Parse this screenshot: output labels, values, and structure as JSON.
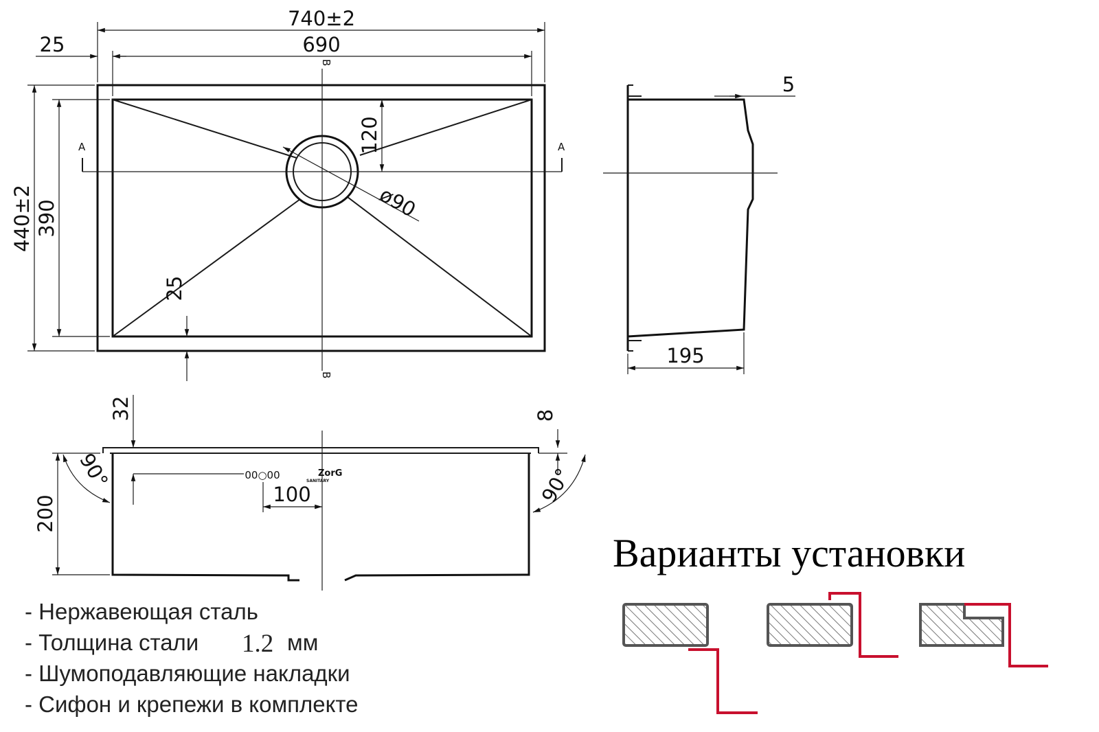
{
  "plan_view": {
    "dim_overall_width": "740±2",
    "dim_inner_width": "690",
    "dim_flange": "25",
    "dim_overall_depth": "440±2",
    "dim_inner_depth": "390",
    "dim_drain_offset": "120",
    "dim_drain_diameter": "ø90",
    "dim_bottom_margin": "25",
    "section_a": "A",
    "section_b": "B"
  },
  "side_view": {
    "dim_rim": "5",
    "dim_depth": "195"
  },
  "front_view": {
    "dim_edge": "32",
    "dim_lip": "8",
    "dim_height": "200",
    "dim_drain_shift": "100",
    "angle_left": "90°",
    "angle_right": "90°",
    "overflow_mark": "00○00",
    "logo_main": "ZorG",
    "logo_sub": "SANITARY"
  },
  "install": {
    "heading": "Варианты установки",
    "options": [
      "undermount",
      "overmount",
      "flush-mount"
    ]
  },
  "features": [
    "- Нержавеющая сталь",
    "- Толщина стали",
    "1.2",
    "мм",
    "- Шумоподавляющие накладки",
    "- Сифон и крепежи в комплекте"
  ],
  "colors": {
    "line": "#1a1a1a",
    "accent": "#c8102e",
    "slab_outline": "#555555"
  }
}
